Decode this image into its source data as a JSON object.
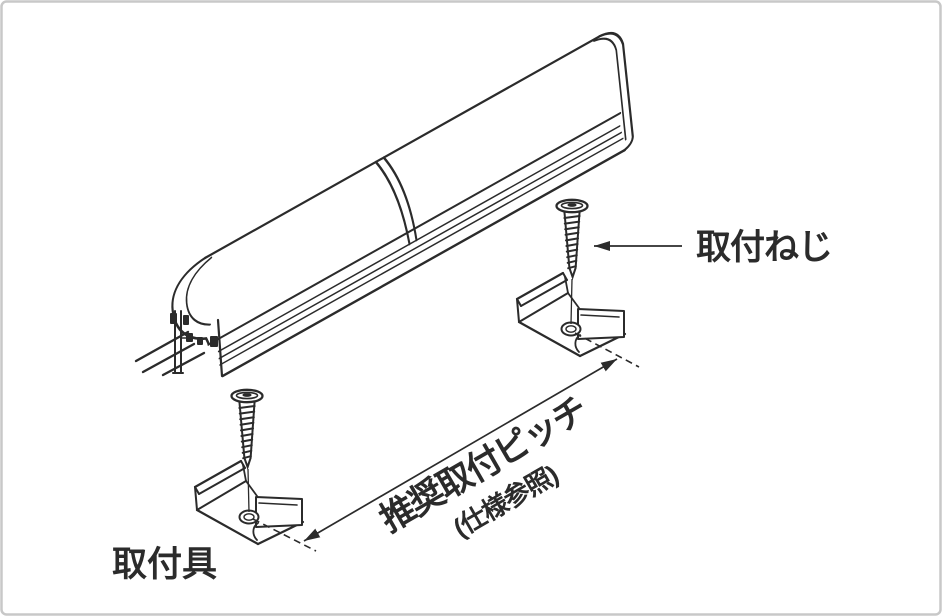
{
  "diagram": {
    "kind": "installation-line-drawing",
    "subject": "linear LED light fixture with mounting clips and screws",
    "labels": {
      "screw": "取付ねじ",
      "bracket": "取付具",
      "pitch": "推奨取付ピッチ",
      "pitch_note": "(仕様参照)"
    },
    "colors": {
      "line": "#2b2b2b",
      "background": "#ffffff",
      "border": "#c8c8c8"
    }
  }
}
